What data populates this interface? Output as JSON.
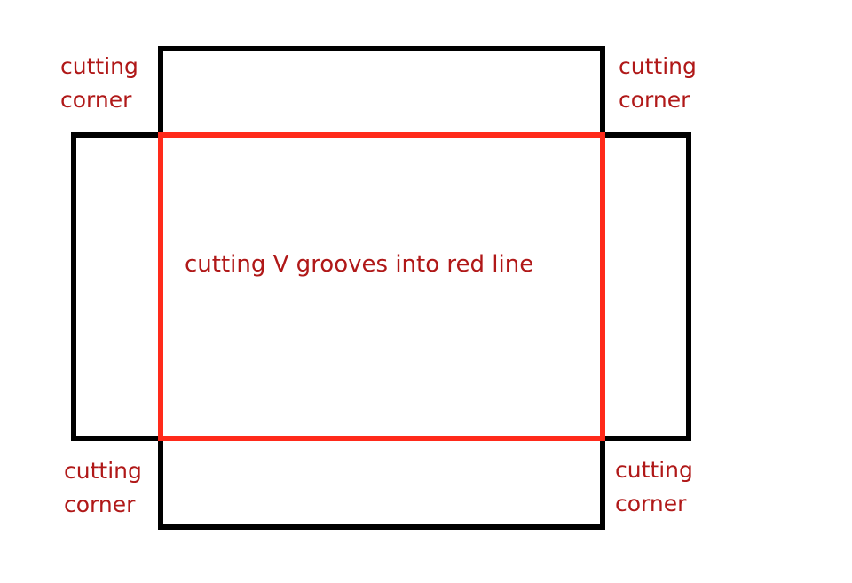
{
  "colors": {
    "outline": "#000000",
    "fold_line": "#ff2a1a",
    "label_text": "#b01818",
    "background": "#ffffff"
  },
  "labels": {
    "top_left": [
      "cutting",
      "corner"
    ],
    "top_right": [
      "cutting",
      "corner"
    ],
    "bottom_left": [
      "cutting",
      "corner"
    ],
    "bottom_right": [
      "cutting",
      "corner"
    ],
    "center": "cutting V grooves into red line"
  }
}
